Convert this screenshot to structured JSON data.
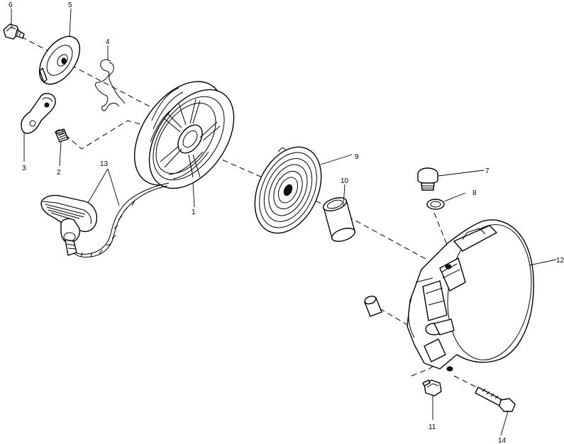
{
  "callouts": [
    {
      "id": "p1",
      "label": "1"
    },
    {
      "id": "p2",
      "label": "2"
    },
    {
      "id": "p3",
      "label": "3"
    },
    {
      "id": "p4",
      "label": "4"
    },
    {
      "id": "p5",
      "label": "5"
    },
    {
      "id": "p6",
      "label": "6"
    },
    {
      "id": "p7",
      "label": "7"
    },
    {
      "id": "p8",
      "label": "8"
    },
    {
      "id": "p9",
      "label": "9"
    },
    {
      "id": "p10",
      "label": "10"
    },
    {
      "id": "p11",
      "label": "11"
    },
    {
      "id": "p12",
      "label": "12"
    },
    {
      "id": "p13",
      "label": "13"
    },
    {
      "id": "p14",
      "label": "14"
    }
  ]
}
